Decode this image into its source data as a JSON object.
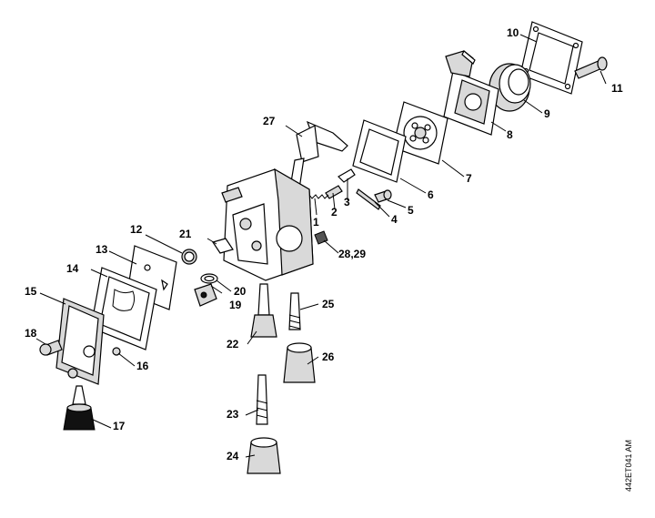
{
  "drawing_code": "442ET041 AM",
  "callouts": {
    "c1": "1",
    "c2": "2",
    "c3": "3",
    "c4": "4",
    "c5": "5",
    "c6": "6",
    "c7": "7",
    "c8": "8",
    "c9": "9",
    "c10": "10",
    "c11": "11",
    "c12": "12",
    "c13": "13",
    "c14": "14",
    "c15": "15",
    "c16": "16",
    "c17": "17",
    "c18": "18",
    "c19": "19",
    "c20": "20",
    "c21": "21",
    "c22": "22",
    "c23": "23",
    "c24": "24",
    "c25": "25",
    "c26": "26",
    "c27": "27",
    "c28": "28,29"
  }
}
